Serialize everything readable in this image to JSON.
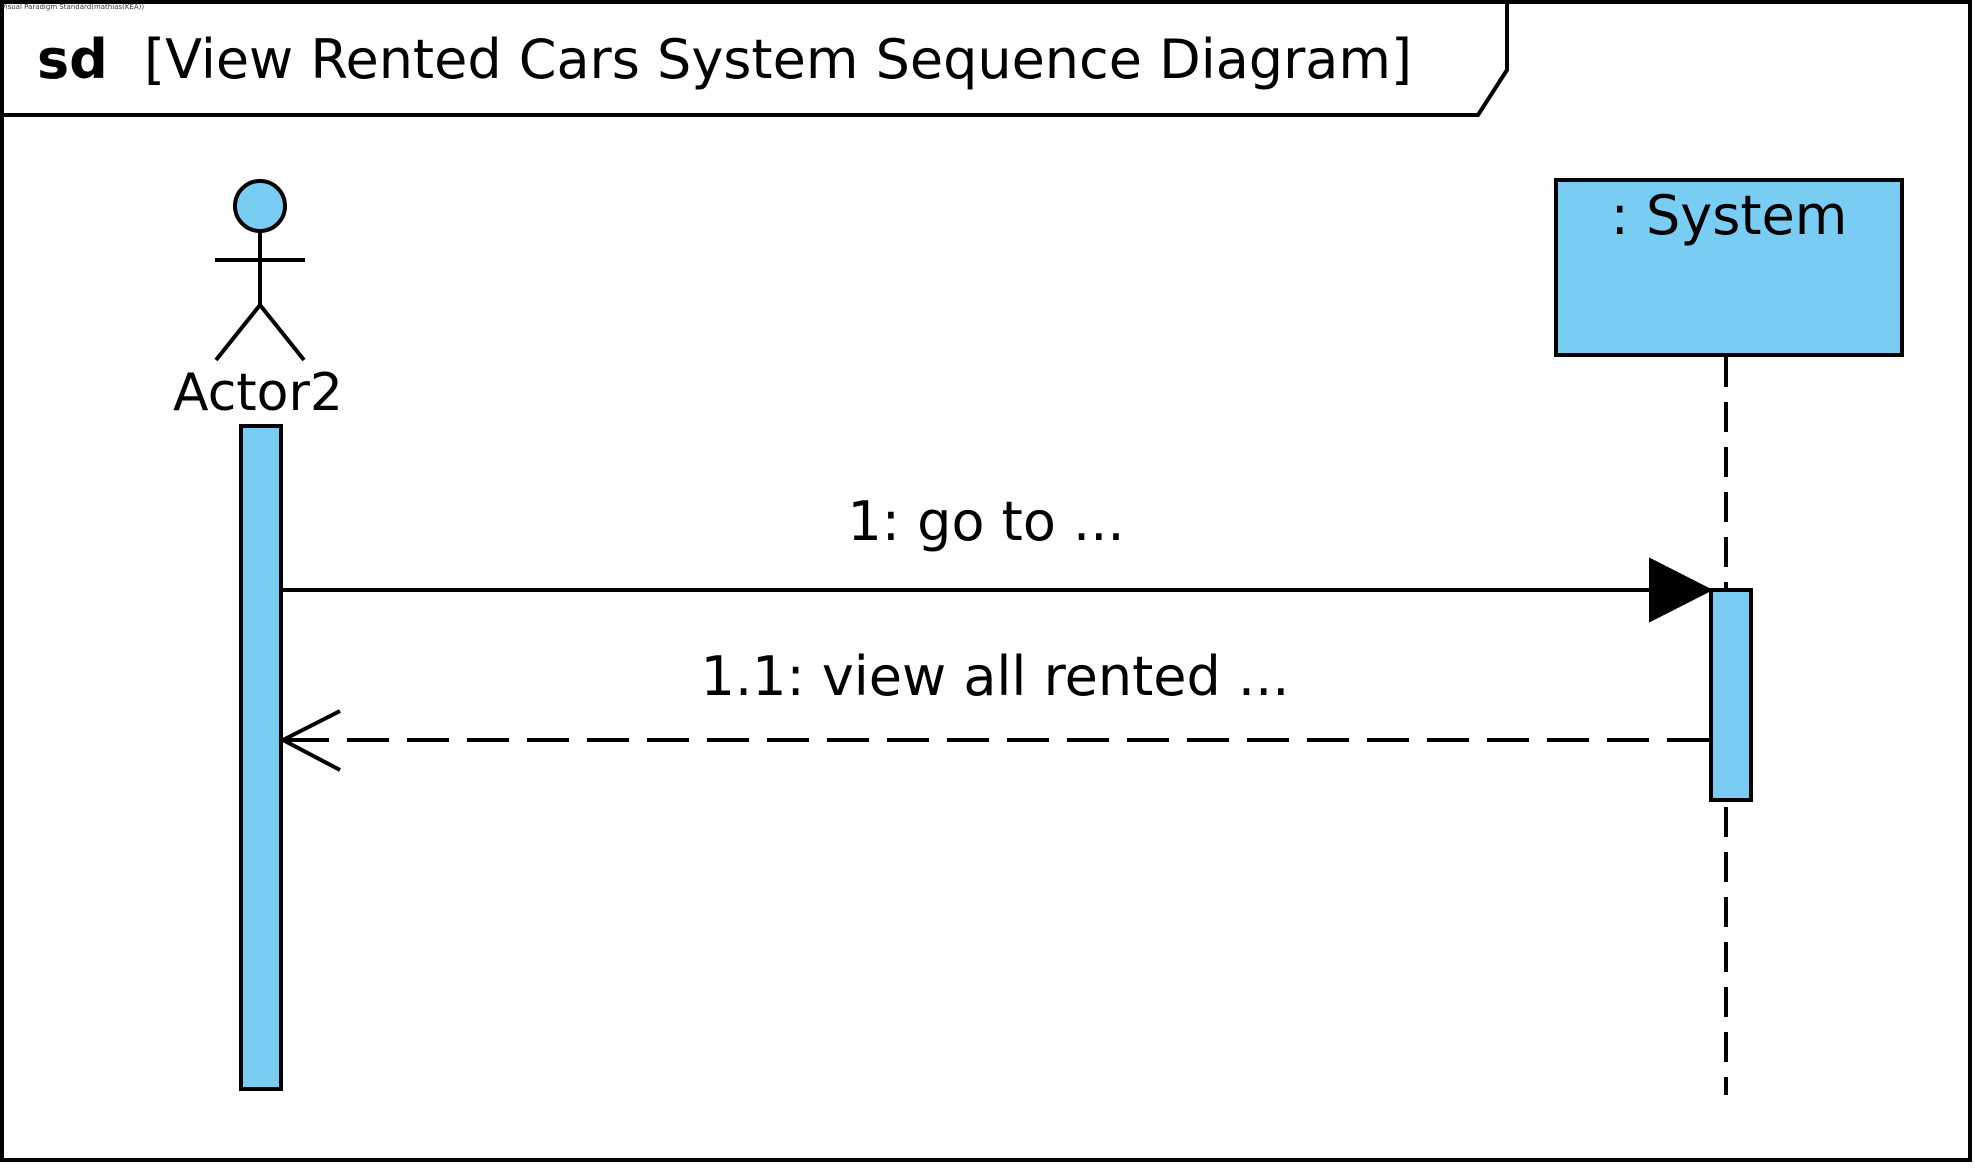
{
  "watermark": "Visual Paradigm Standard(mathias(KEA))",
  "frame": {
    "keyword": "sd",
    "title": "[View Rented Cars System Sequence Diagram]"
  },
  "actor": {
    "name": "Actor2",
    "icon": "stick-figure-icon"
  },
  "lifeline": {
    "label": ": System"
  },
  "messages": [
    {
      "label": "1: go to ...",
      "kind": "synchronous"
    },
    {
      "label": "1.1: view all rented ...",
      "kind": "return"
    }
  ],
  "colors": {
    "fill": "#79cdf3",
    "stroke": "#000000",
    "background": "#ffffff"
  }
}
